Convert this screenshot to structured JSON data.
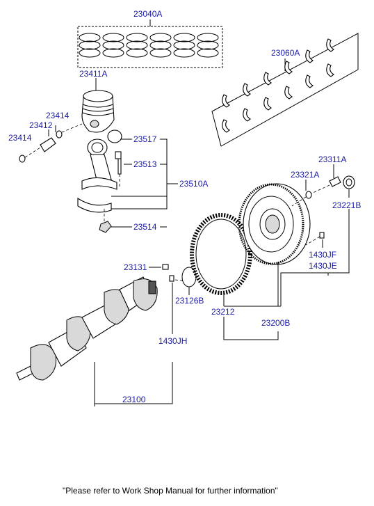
{
  "labels": {
    "rings": "23040A",
    "bearings": "23060A",
    "piston": "23411A",
    "clip_upper": "23414",
    "pin": "23412",
    "clip_left": "23414",
    "bushing": "23517",
    "bolt": "23513",
    "rod_assy": "23510A",
    "nut": "23514",
    "flywheel_bolt": "23311A",
    "washer": "23321A",
    "pilot_bearing": "23221B",
    "dowel_fj": "1430JF",
    "dowel_je": "1430JE",
    "key": "23131",
    "seal": "23126B",
    "ring_gear": "23212",
    "flywheel_assy": "23200B",
    "dowel_jh": "1430JH",
    "crankshaft": "23100"
  },
  "footer": "\"Please refer to Work Shop Manual for further information\""
}
